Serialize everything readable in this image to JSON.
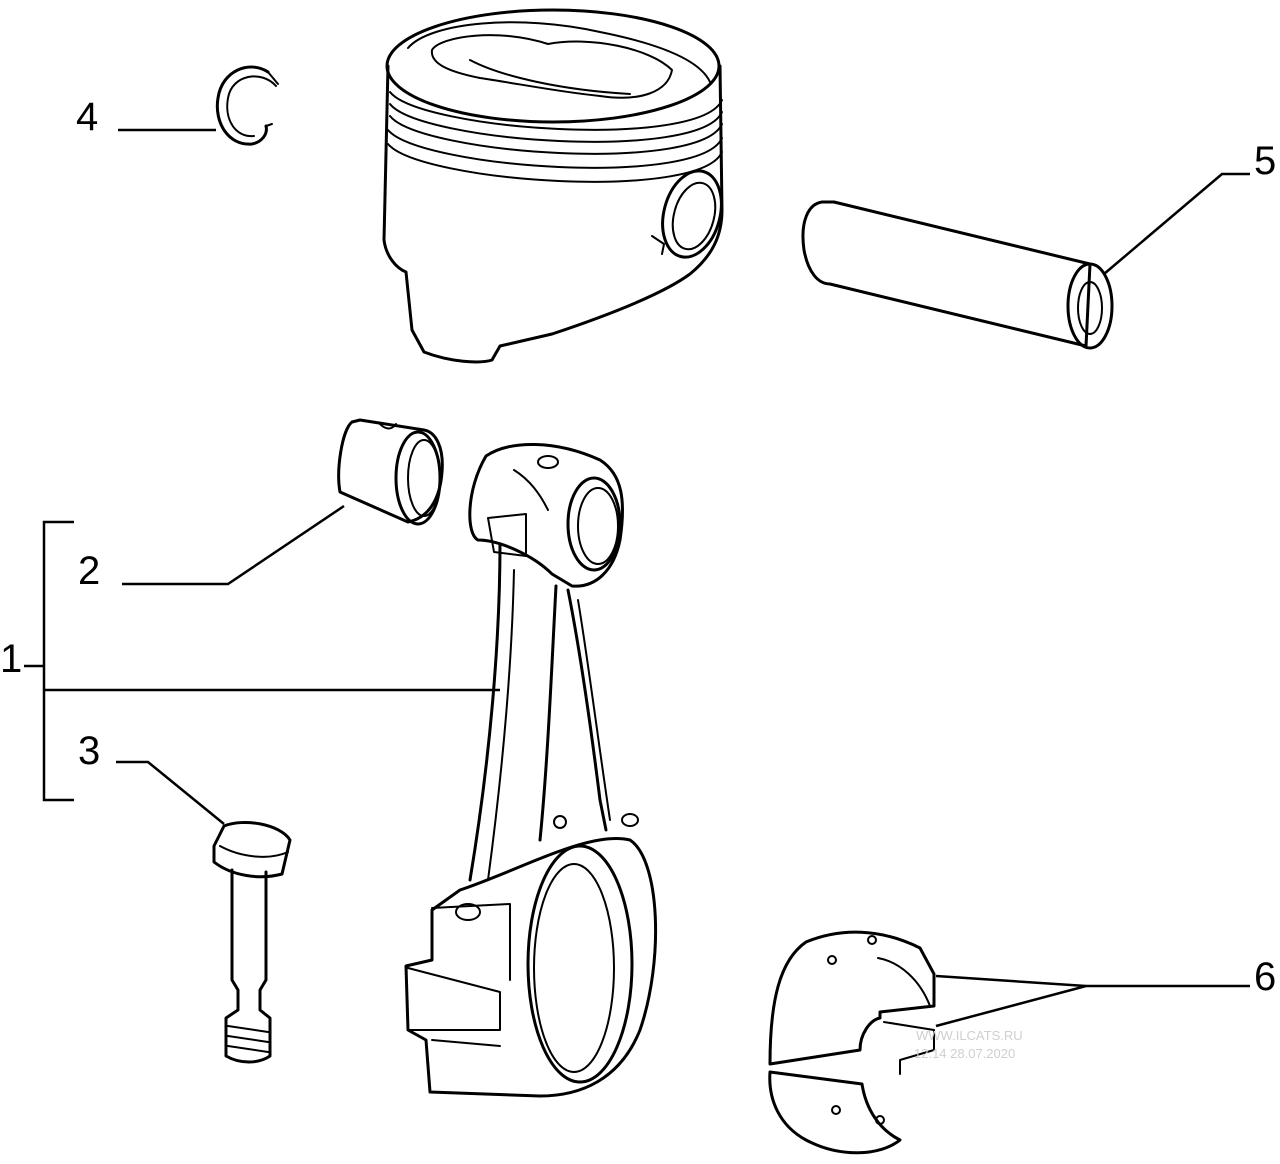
{
  "callouts": {
    "c1": "1",
    "c2": "2",
    "c3": "3",
    "c4": "4",
    "c5": "5",
    "c6": "6"
  },
  "watermark": {
    "line1": "WWW.ILCATS.RU",
    "line2": "12.14 28.07.2020"
  },
  "colors": {
    "line": "#000000",
    "background": "#ffffff",
    "watermark": "#cfcfcf"
  }
}
